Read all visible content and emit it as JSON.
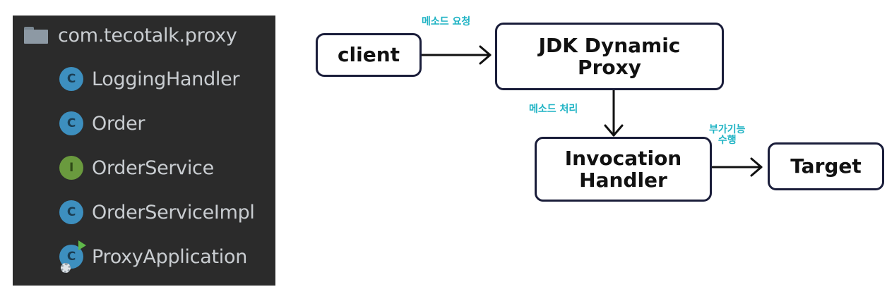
{
  "tree": {
    "package": "com.tecotalk.proxy",
    "items": [
      {
        "name": "LoggingHandler",
        "kind": "C"
      },
      {
        "name": "Order",
        "kind": "C"
      },
      {
        "name": "OrderService",
        "kind": "I"
      },
      {
        "name": "OrderServiceImpl",
        "kind": "C"
      },
      {
        "name": "ProxyApplication",
        "kind": "C"
      }
    ]
  },
  "diagram": {
    "client": "client",
    "proxy_line1": "JDK Dynamic",
    "proxy_line2": "Proxy",
    "handler_line1": "Invocation",
    "handler_line2": "Handler",
    "target": "Target",
    "label_request": "메소드 요청",
    "label_process": "메소드 처리",
    "label_extra_line1": "부가기능",
    "label_extra_line2": "수행"
  },
  "colors": {
    "panel_bg": "#2b2b2b",
    "tree_text": "#c9cdd1",
    "class_icon": "#3d8fbf",
    "interface_icon": "#6a9a3e",
    "box_border": "#1a1d3a",
    "label_text": "#1fb3c4"
  }
}
